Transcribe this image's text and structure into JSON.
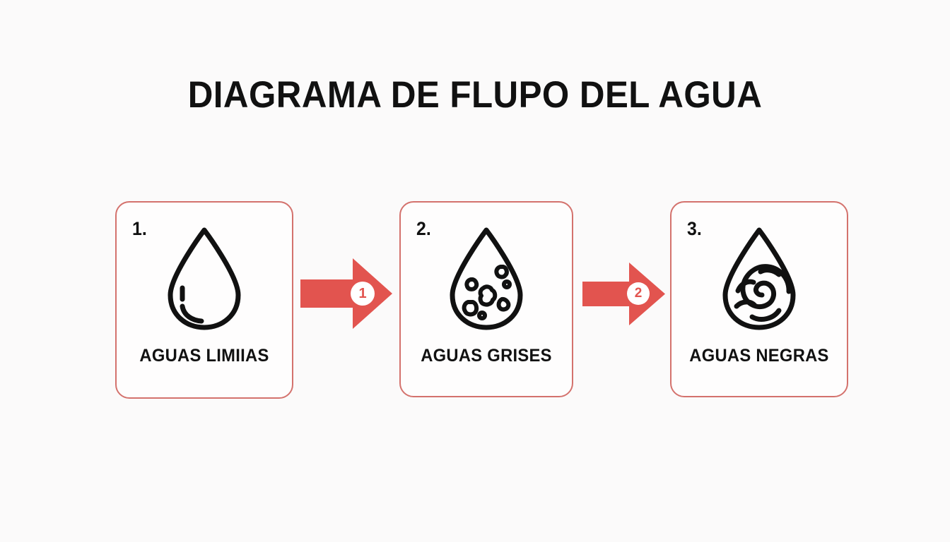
{
  "page": {
    "background_color": "#fbfafa",
    "title": "DIAGRAMA DE FLUPO DEL AGUA"
  },
  "theme": {
    "accent_red": "#e2544f",
    "card_border": "#d4726d",
    "ink": "#111111",
    "card_fill": "#fefdfd"
  },
  "steps": [
    {
      "number": "1.",
      "label": "AGUAS LIMIIAS",
      "icon": "water-drop-clean-icon"
    },
    {
      "number": "2.",
      "label": "AGUAS GRISES",
      "icon": "water-drop-particles-icon"
    },
    {
      "number": "3.",
      "label": "AGUAS NEGRAS",
      "icon": "water-drop-swirl-icon"
    }
  ],
  "connectors": [
    {
      "badge": "1",
      "direction": "right"
    },
    {
      "badge": "2",
      "direction": "right"
    }
  ]
}
